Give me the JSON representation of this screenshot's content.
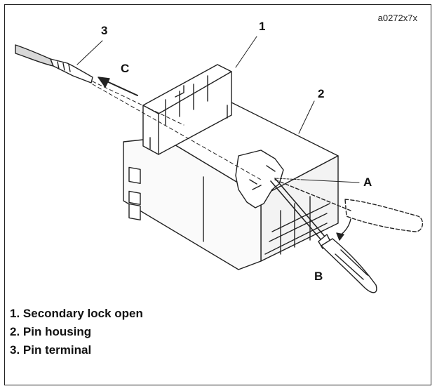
{
  "figure": {
    "reference_code": "a0272x7x",
    "callouts": {
      "one": "1",
      "two": "2",
      "three": "3",
      "a": "A",
      "b": "B",
      "c": "C"
    },
    "legend": [
      "1. Secondary lock open",
      "2. Pin housing",
      "3. Pin terminal"
    ]
  }
}
